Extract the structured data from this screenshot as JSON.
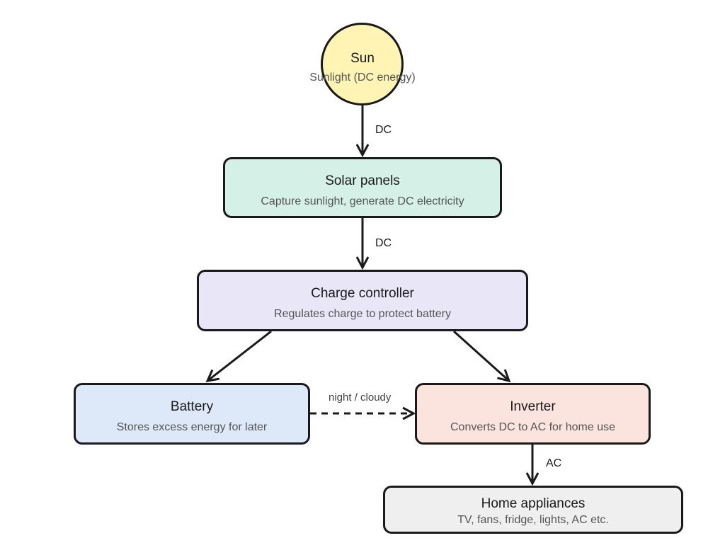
{
  "nodes": {
    "sun": {
      "title": "Sun",
      "subtitle": "Sunlight (DC energy)",
      "color": "#fff4b3"
    },
    "solar_panels": {
      "title": "Solar panels",
      "subtitle": "Capture sunlight, generate DC electricity",
      "color": "#d5f0e6"
    },
    "charge_controller": {
      "title": "Charge controller",
      "subtitle": "Regulates charge to protect battery",
      "color": "#e9e6f8"
    },
    "battery": {
      "title": "Battery",
      "subtitle": "Stores excess energy for later",
      "color": "#dde9f8"
    },
    "inverter": {
      "title": "Inverter",
      "subtitle": "Converts DC to AC for home use",
      "color": "#fbe3de"
    },
    "home_appliances": {
      "title": "Home appliances",
      "subtitle": "TV, fans, fridge, lights, AC etc.",
      "color": "#efefef"
    }
  },
  "edges": {
    "sun_to_panels": "DC",
    "panels_to_controller": "DC",
    "battery_to_inverter": "night / cloudy",
    "inverter_to_appliances": "AC"
  }
}
